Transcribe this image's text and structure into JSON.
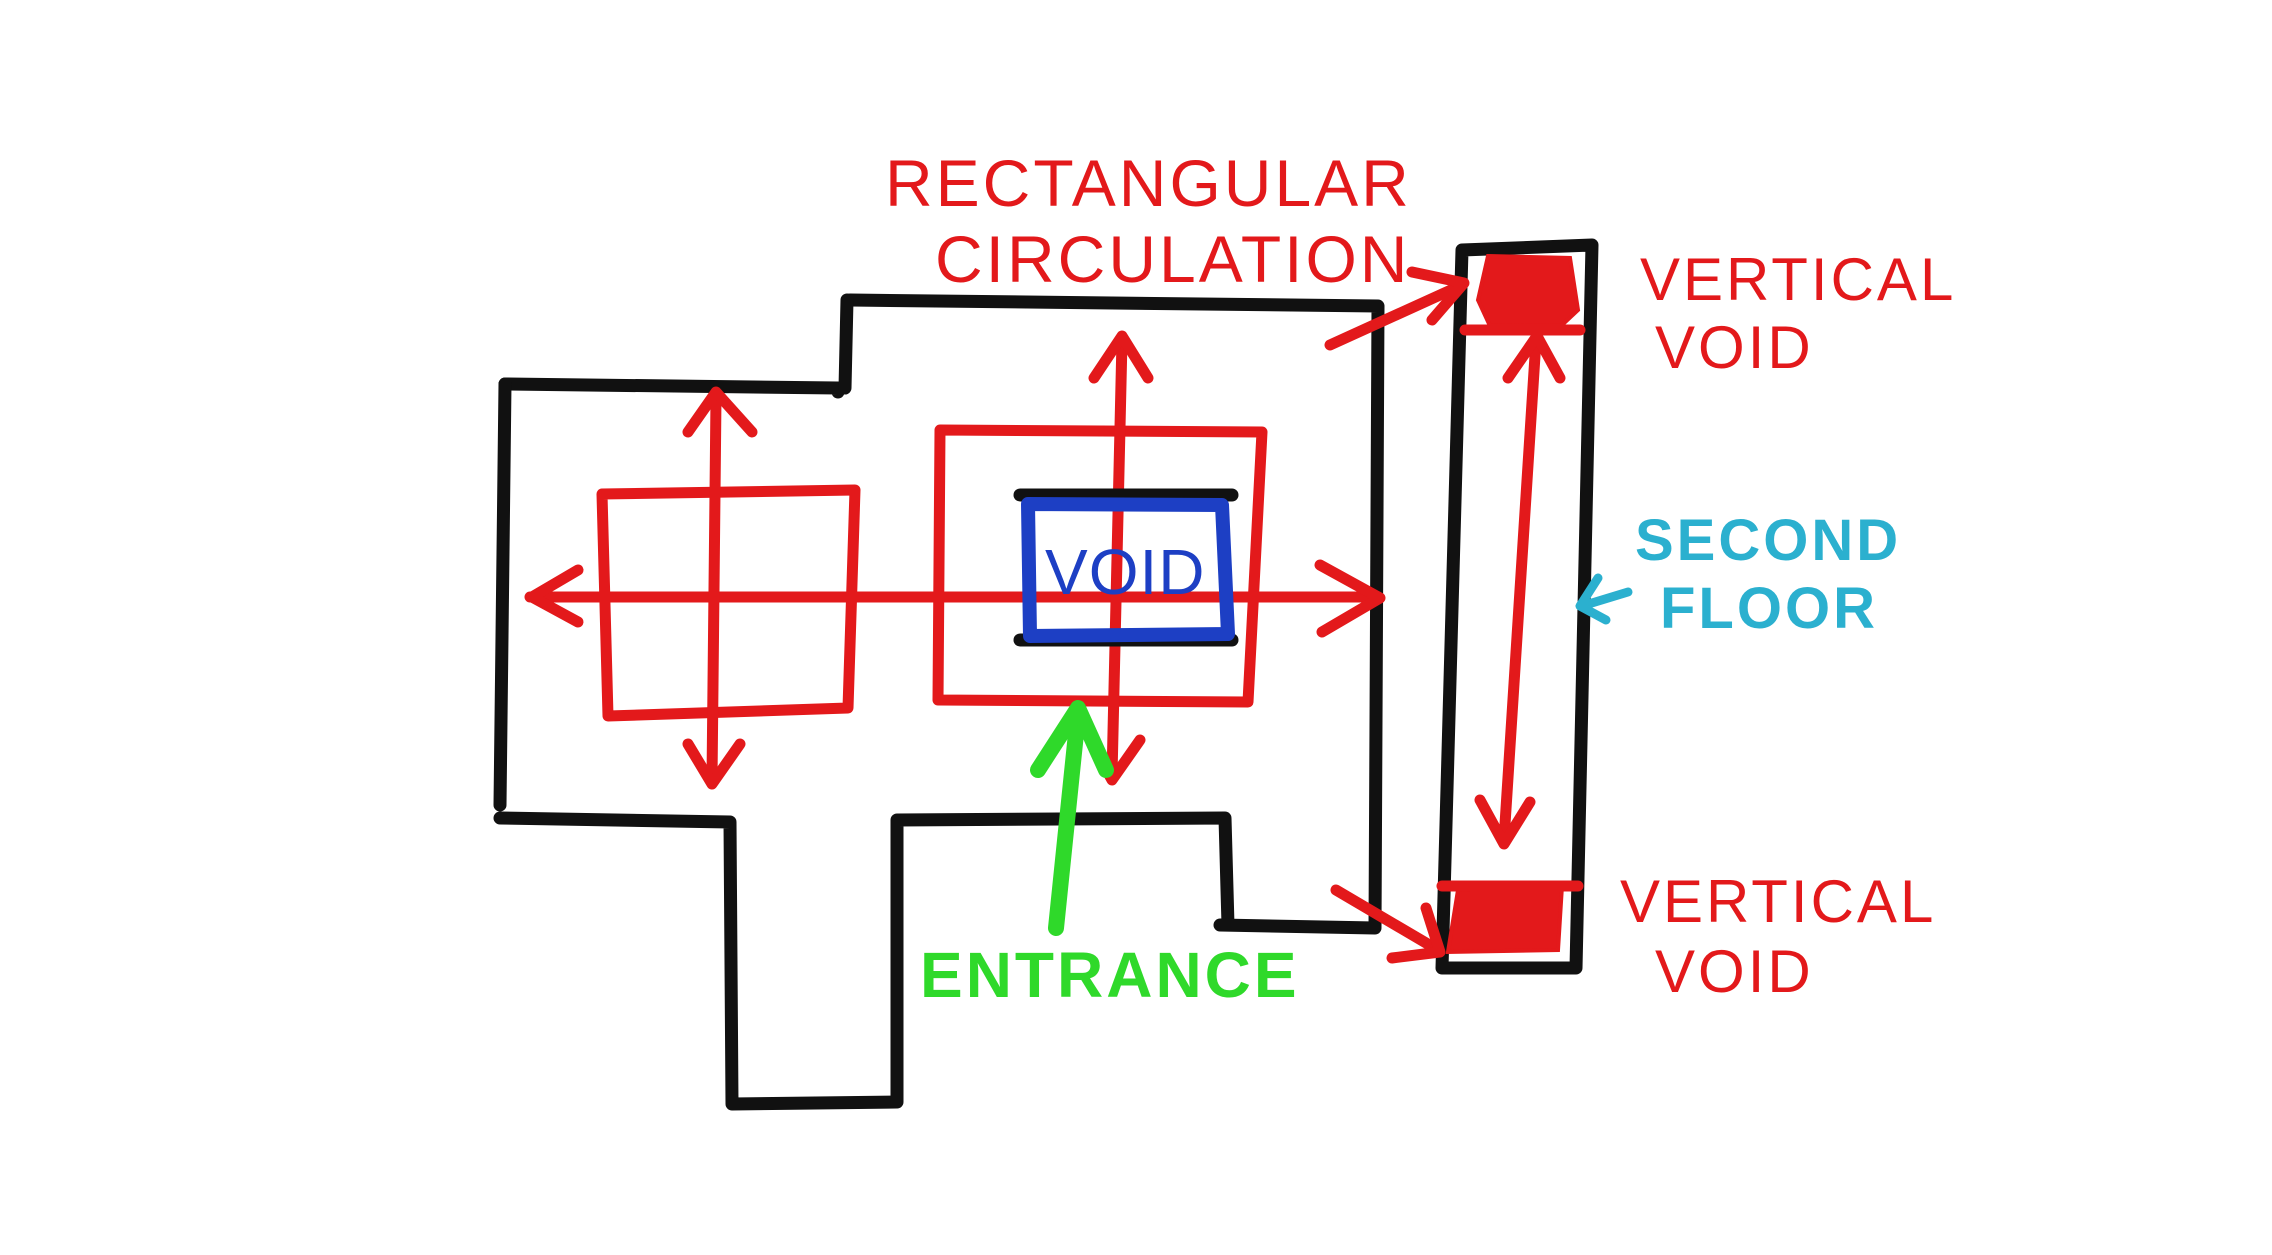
{
  "labels": {
    "rectangular_circulation_line1": "RECTANGULAR",
    "rectangular_circulation_line2": "CIRCULATION",
    "void": "VOID",
    "vertical_void_top_line1": "VERTICAL",
    "vertical_void_top_line2": "VOID",
    "second_floor_line1": "SECOND",
    "second_floor_line2": "FLOOR",
    "vertical_void_bottom_line1": "VERTICAL",
    "vertical_void_bottom_line2": "VOID",
    "entrance": "ENTRANCE"
  },
  "colors": {
    "walls": "#111111",
    "circulation": "#e3191b",
    "void": "#1d3fc4",
    "entrance": "#2fd92a",
    "second_floor": "#2bb0cf",
    "background": "#ffffff"
  }
}
